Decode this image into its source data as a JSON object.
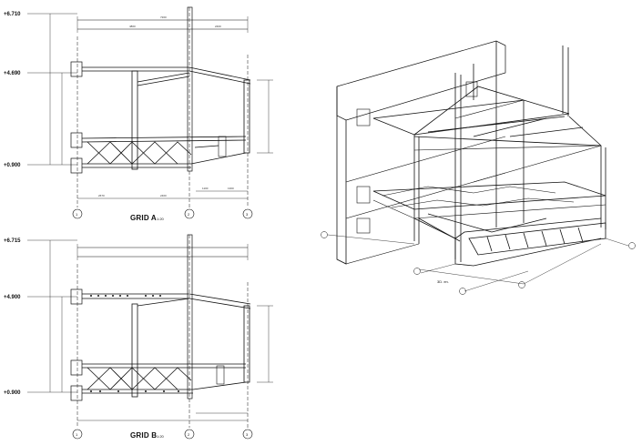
{
  "grid_a": {
    "title": "GRID A",
    "scale": "1:20",
    "levels": [
      "+6.710",
      "+4.690",
      "+0.900"
    ],
    "grid_labels": [
      "1",
      "2",
      "3"
    ]
  },
  "grid_b": {
    "title": "GRID B",
    "scale": "1:20",
    "levels": [
      "+6.715",
      "+4.900",
      "+0.900"
    ],
    "grid_labels": [
      "1",
      "2",
      "3"
    ]
  },
  "iso": {
    "label": "3D. en."
  },
  "colors": {
    "line": "#111111",
    "dim": "#333333",
    "background": "#ffffff"
  }
}
